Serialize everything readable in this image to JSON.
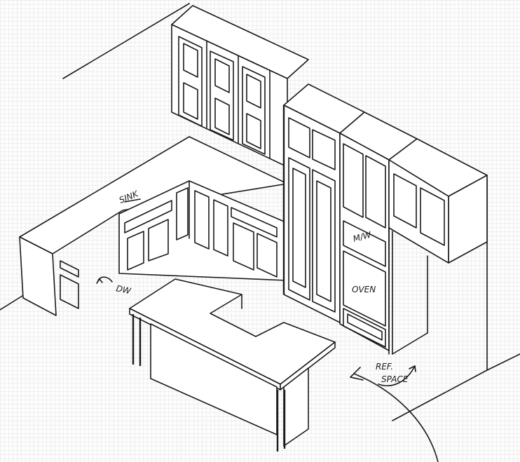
{
  "labels": {
    "sink": "SINK",
    "dishwasher": "DW",
    "microwave": "M/W",
    "oven": "OVEN",
    "ref_space_line1": "REF.",
    "ref_space_line2": "SPACE"
  },
  "colors": {
    "ink": "#1a1a1a",
    "paper": "#fdfdfd"
  }
}
